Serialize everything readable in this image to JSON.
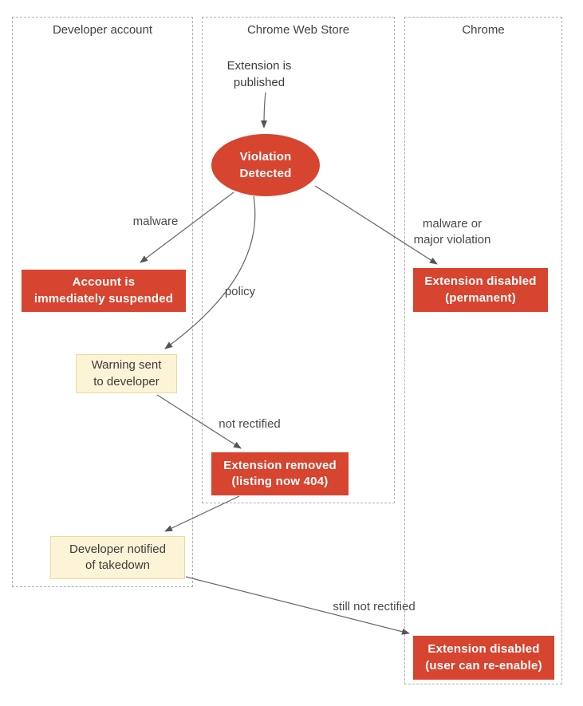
{
  "diagram": {
    "title_context": "Chrome Web Store violation enforcement flow",
    "lanes": [
      {
        "title": "Developer account"
      },
      {
        "title": "Chrome Web Store"
      },
      {
        "title": "Chrome"
      }
    ],
    "start_label": "Extension is\npublished",
    "nodes": {
      "violation_detected": "Violation\nDetected",
      "account_suspended": "Account is\nimmediately suspended",
      "warning_sent": "Warning sent\nto developer",
      "disabled_permanent": "Extension disabled\n(permanent)",
      "extension_removed": "Extension removed\n(listing now 404)",
      "developer_notified": "Developer notified\nof takedown",
      "disabled_reenable": "Extension disabled\n(user can re-enable)"
    },
    "edge_labels": {
      "malware": "malware",
      "policy": "policy",
      "malware_or_major": "malware or\nmajor violation",
      "not_rectified": "not rectified",
      "still_not_rectified": "still not rectified"
    },
    "colors": {
      "node_red": "#d7442f",
      "node_red_text": "#ffffff",
      "note_yellow_fill": "#fdf3d7",
      "note_yellow_border": "#ecdc9b",
      "arrow_line": "#666666",
      "arrow_head": "#555555",
      "lane_border": "#b0b0b0",
      "label_text": "#4a4a4a"
    }
  }
}
